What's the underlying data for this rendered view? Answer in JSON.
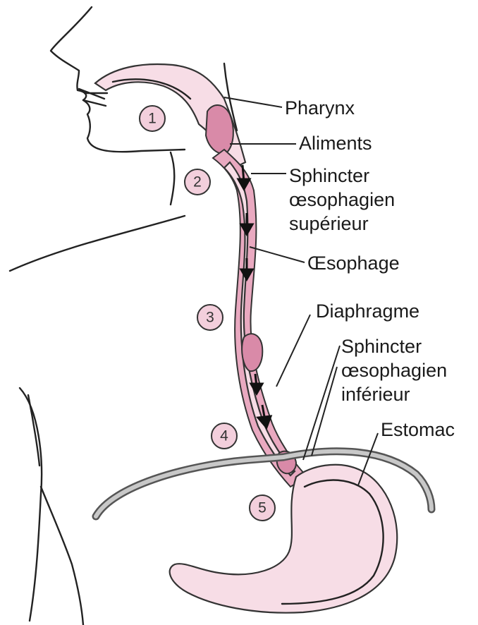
{
  "labels": {
    "pharynx": "Pharynx",
    "aliments": "Aliments",
    "sphincter_sup_1": "Sphincter",
    "sphincter_sup_2": "œsophagien",
    "sphincter_sup_3": "supérieur",
    "oesophage": "Œsophage",
    "diaphragme": "Diaphragme",
    "sphincter_inf_1": "Sphincter",
    "sphincter_inf_2": "œsophagien",
    "sphincter_inf_3": "inférieur",
    "estomac": "Estomac"
  },
  "steps": [
    "1",
    "2",
    "3",
    "4",
    "5"
  ],
  "colors": {
    "tissue_light": "#f7dde6",
    "tissue_wall": "#e9a9c0",
    "food_bolus": "#d98aa8",
    "step_badge": "#f3cfdc",
    "diaphragm": "#555555"
  }
}
